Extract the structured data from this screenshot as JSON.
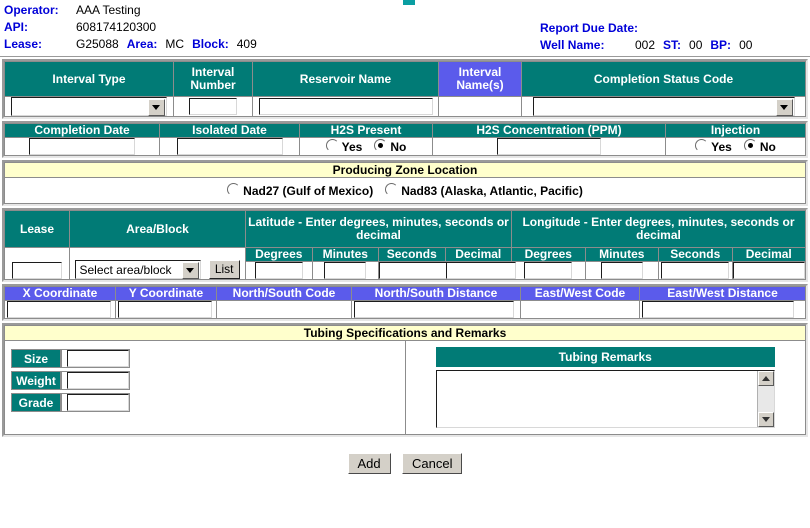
{
  "header": {
    "operator_label": "Operator:",
    "operator_value": "AAA Testing",
    "api_label": "API:",
    "api_value": "608174120300",
    "lease_label": "Lease:",
    "lease_value": "G25088",
    "area_label": "Area:",
    "area_value": "MC",
    "block_label": "Block:",
    "block_value": "409",
    "report_due_label": "Report Due Date:",
    "report_due_value": "",
    "well_name_label": "Well Name:",
    "well_name_value": "002",
    "st_label": "ST:",
    "st_value": "00",
    "bp_label": "BP:",
    "bp_value": "00"
  },
  "interval_row": {
    "interval_type_header": "Interval Type",
    "interval_type_value": "",
    "interval_number_header": "Interval Number",
    "interval_number_value": "",
    "reservoir_name_header": "Reservoir Name",
    "reservoir_name_value": "",
    "interval_names_header": "Interval Name(s)",
    "interval_names_value": "",
    "completion_status_header": "Completion Status Code",
    "completion_status_value": ""
  },
  "dates_row": {
    "completion_date_header": "Completion Date",
    "completion_date_value": "",
    "isolated_date_header": "Isolated Date",
    "isolated_date_value": "",
    "h2s_present_header": "H2S Present",
    "h2s_yes": "Yes",
    "h2s_no": "No",
    "h2s_selected": "No",
    "h2s_conc_header": "H2S Concentration (PPM)",
    "h2s_conc_value": "",
    "injection_header": "Injection",
    "injection_yes": "Yes",
    "injection_no": "No",
    "injection_selected": "No"
  },
  "producing_zone": {
    "section_title": "Producing Zone Location",
    "nad27_label": "Nad27 (Gulf of Mexico)",
    "nad83_label": "Nad83 (Alaska, Atlantic, Pacific)",
    "selected": ""
  },
  "location_row": {
    "lease_header": "Lease",
    "lease_value": "",
    "area_block_header": "Area/Block",
    "area_block_selected": "Select area/block",
    "list_button": "List",
    "latitude_header": "Latitude - Enter degrees, minutes, seconds or decimal",
    "longitude_header": "Longitude - Enter degrees, minutes, seconds or decimal",
    "sub_headers": [
      "Degrees",
      "Minutes",
      "Seconds",
      "Decimal"
    ],
    "lat_values": [
      "",
      "",
      "",
      ""
    ],
    "lon_values": [
      "",
      "",
      "",
      ""
    ]
  },
  "coordinate_row": {
    "headers": [
      "X Coordinate",
      "Y Coordinate",
      "North/South Code",
      "North/South Distance",
      "East/West Code",
      "East/West Distance"
    ],
    "x_value": "",
    "y_value": "",
    "ns_distance_value": "",
    "ew_distance_value": ""
  },
  "tubing": {
    "section_title": "Tubing Specifications and Remarks",
    "size_label": "Size",
    "size_value": "",
    "weight_label": "Weight",
    "weight_value": "",
    "grade_label": "Grade",
    "grade_value": "",
    "remarks_header": "Tubing Remarks",
    "remarks_value": ""
  },
  "footer": {
    "add_label": "Add",
    "cancel_label": "Cancel"
  },
  "colors": {
    "teal": "#017b76",
    "purple": "#5b5beb",
    "cream": "#ffffcc",
    "label_blue": "#0000d8"
  }
}
